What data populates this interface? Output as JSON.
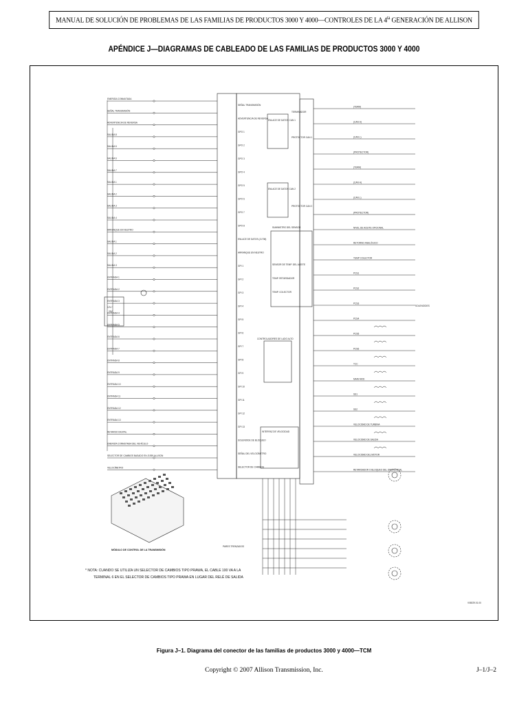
{
  "header": {
    "title_before_sup": "MANUAL DE SOLUCIÓN DE PROBLEMAS DE LAS FAMILIAS DE PRODUCTOS 3000 Y 4000—CONTROLES DE LA 4",
    "title_sup": "ta",
    "title_after_sup": " GENERACIÓN DE ALLISON"
  },
  "appendix_title": "APÉNDICE J—DIAGRAMAS DE CABLEADO DE LAS FAMILIAS DE PRODUCTOS 3000 Y 4000",
  "diagram": {
    "left_column_labels": [
      "ENERGÍA CONMUTADA",
      "SEÑAL TRANSMISIÓN",
      "ADVERTENCIA DE REVERSA",
      "SALIDA 8",
      "SALIDA 5",
      "SALIDA 6",
      "SALIDA 7",
      "SALIDA 1",
      "SALIDA 2",
      "SALIDA 3",
      "SALIDA 4",
      "ARRANQUE EN NEUTRO",
      "SALIDA 1",
      "SALIDA 2",
      "SALIDA 3",
      "ENTRADA 1",
      "ENTRADA 2",
      "ENTRADA 3",
      "ENTRADA 4",
      "ENTRADA 5",
      "ENTRADA 6",
      "ENTRADA 7",
      "ENTRADA 8",
      "ENTRADA 9",
      "ENTRADA 10",
      "ENTRADA 11",
      "ENTRADA 12",
      "ENTRADA 13",
      "RETARDO DIGITAL",
      "ENERGÍA CONMUTADA DEL VEHÍCULO",
      "SELECTOR DE CAMBIOS BASADO EN J1939 ALLISON",
      "VELOCÍMETRO"
    ],
    "middle_labels": [
      "SEÑAL TRANSMISIÓN",
      "ADVERTENCIA DE REVERSA",
      "GPO 1",
      "GPO 2",
      "GPO 3",
      "GPO 4",
      "GPO 5",
      "GPO 6",
      "GPO 7",
      "GPO 8",
      "ENLACE DE DATOS (J1708)",
      "ARRANQUE EN NEUTRO",
      "GPI 1",
      "GPI 2",
      "GPI 3",
      "GPI 4",
      "GPI 5",
      "GPI 6",
      "GPI 7",
      "GPI 8",
      "GPI 9",
      "GPI 10",
      "GPI 11",
      "GPI 12",
      "GPI 13",
      "SOLENOIDE DE BLOQUEO",
      "SEÑAL DEL VELOCÍMETRO",
      "SELECTOR DE CAMBIOS"
    ],
    "right_column_labels": [
      "(TERM)",
      "(CAN H)",
      "(CAN L)",
      "(PROTECTOR)",
      "(TERM)",
      "(CAN H)",
      "(CAN L)",
      "(PROTECTOR)",
      "NIVEL DE ACEITE OPCIONAL",
      "RETORNO ANALÓGICO",
      "TEMP COLECTOR",
      "PCS1",
      "PCS2",
      "PCS3",
      "PCS4",
      "PCS5",
      "PCS6",
      "TCC",
      "MAIN MOD",
      "SS1",
      "SS2",
      "VELOCIDAD DE TURBINA",
      "VELOCIDAD DE SALIDA",
      "VELOCIDAD DEL MOTOR",
      "RETARDADOR O BLOQUEO DEL DIFERENCIAL"
    ],
    "center_labels": [
      "ENLACE DE DATOS CAN 1",
      "ENLACE DE DATOS CAN 2",
      "TERMINADOR",
      "PROTECTOR CAN 1",
      "PROTECTOR CAN 2",
      "SUMINISTRO DEL SENSOR",
      "SENSOR DE TEMP. DEL ACEITE",
      "TEMP. RETARDADOR",
      "TEMP. COLECTOR",
      "CONTROLADORES DE LADO ALTO",
      "SOLENOIDES",
      "INTERFAZ DE VELOCIDAD",
      "PARES TRENZADOS"
    ],
    "module_label": "MÓDULO DE CONTROL DE LA TRANSMISIÓN",
    "note_line1": "* NOTA: CUANDO SE UTILIZA UN SELECTOR DE CAMBIOS TIPO PRAWA, EL CABLE 100 VA A LA",
    "note_line2": "TERMINAL 6 EN EL SELECTOR DE CAMBIOS TIPO PRAWA EN LUGAR DEL RELÉ DE SALIDA",
    "drawing_number": "V08029.01.00"
  },
  "figure_caption": "Figura J–1.  Diagrama del conector de las familias de productos 3000 y 4000—TCM",
  "footer": {
    "copyright": "Copyright © 2007 Allison Transmission, Inc.",
    "page_number": "J–1/J–2"
  }
}
